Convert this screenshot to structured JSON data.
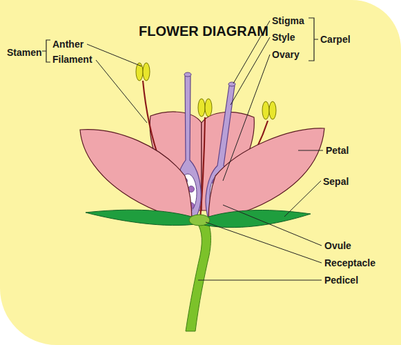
{
  "diagram": {
    "title": "FLOWER DIAGRAM",
    "labels": [
      "Stamen",
      "Anther",
      "Filament",
      "Stigma",
      "Style",
      "Ovary",
      "Carpel",
      "Petal",
      "Sepal",
      "Ovule",
      "Receptacle",
      "Pedicel"
    ]
  }
}
